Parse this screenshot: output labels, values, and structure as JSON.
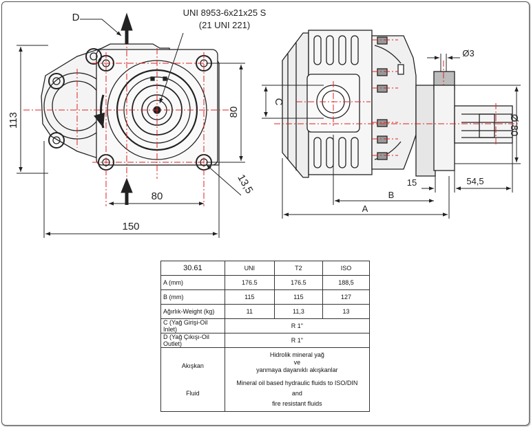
{
  "drawing": {
    "label_d": "D",
    "port_spec_line1": "UNI 8953-6x21x25 S",
    "port_spec_line2": "(21 UNI 221)",
    "dim_113": "113",
    "dim_80_vertical": "80",
    "dim_80_horizontal": "80",
    "dim_13_5": "13,5",
    "dim_150": "150",
    "dim_3": "Ø3",
    "label_c": "C",
    "dim_80_diameter": "Ø 80",
    "dim_15": "15",
    "dim_54_5": "54,5",
    "label_b": "B",
    "label_a": "A"
  },
  "table": {
    "headers": [
      "30.61",
      "UNI",
      "T2",
      "ISO"
    ],
    "rows": [
      [
        "A (mm)",
        "176.5",
        "176.5",
        "188,5"
      ],
      [
        "B (mm)",
        "115",
        "115",
        "127"
      ],
      [
        "Ağırlık-Weight (kg)",
        "11",
        "11,3",
        "13"
      ]
    ],
    "c_label": "C (Yağ Girişi-Oil Inlet)",
    "c_value": "R 1\"",
    "d_label": "D (Yağ Çıkışı-Oil Outlet)",
    "d_value": "R 1\"",
    "fluid_tr_label": "Akışkan",
    "fluid_en_label": "Fluid",
    "fluid_tr_1": "Hidrolik mineral yağ",
    "fluid_tr_2": "ve",
    "fluid_tr_3": "yanmaya dayanıklı akışkanlar",
    "fluid_en_1": "Mineral oil based hydraulic fluids to ISO/DIN",
    "fluid_en_2": "and",
    "fluid_en_3": "fire resistant fluids"
  },
  "colors": {
    "centerline": "#e02020",
    "line": "#222222",
    "body_fill": "#f2f2f2",
    "dark_fill": "#777777"
  }
}
